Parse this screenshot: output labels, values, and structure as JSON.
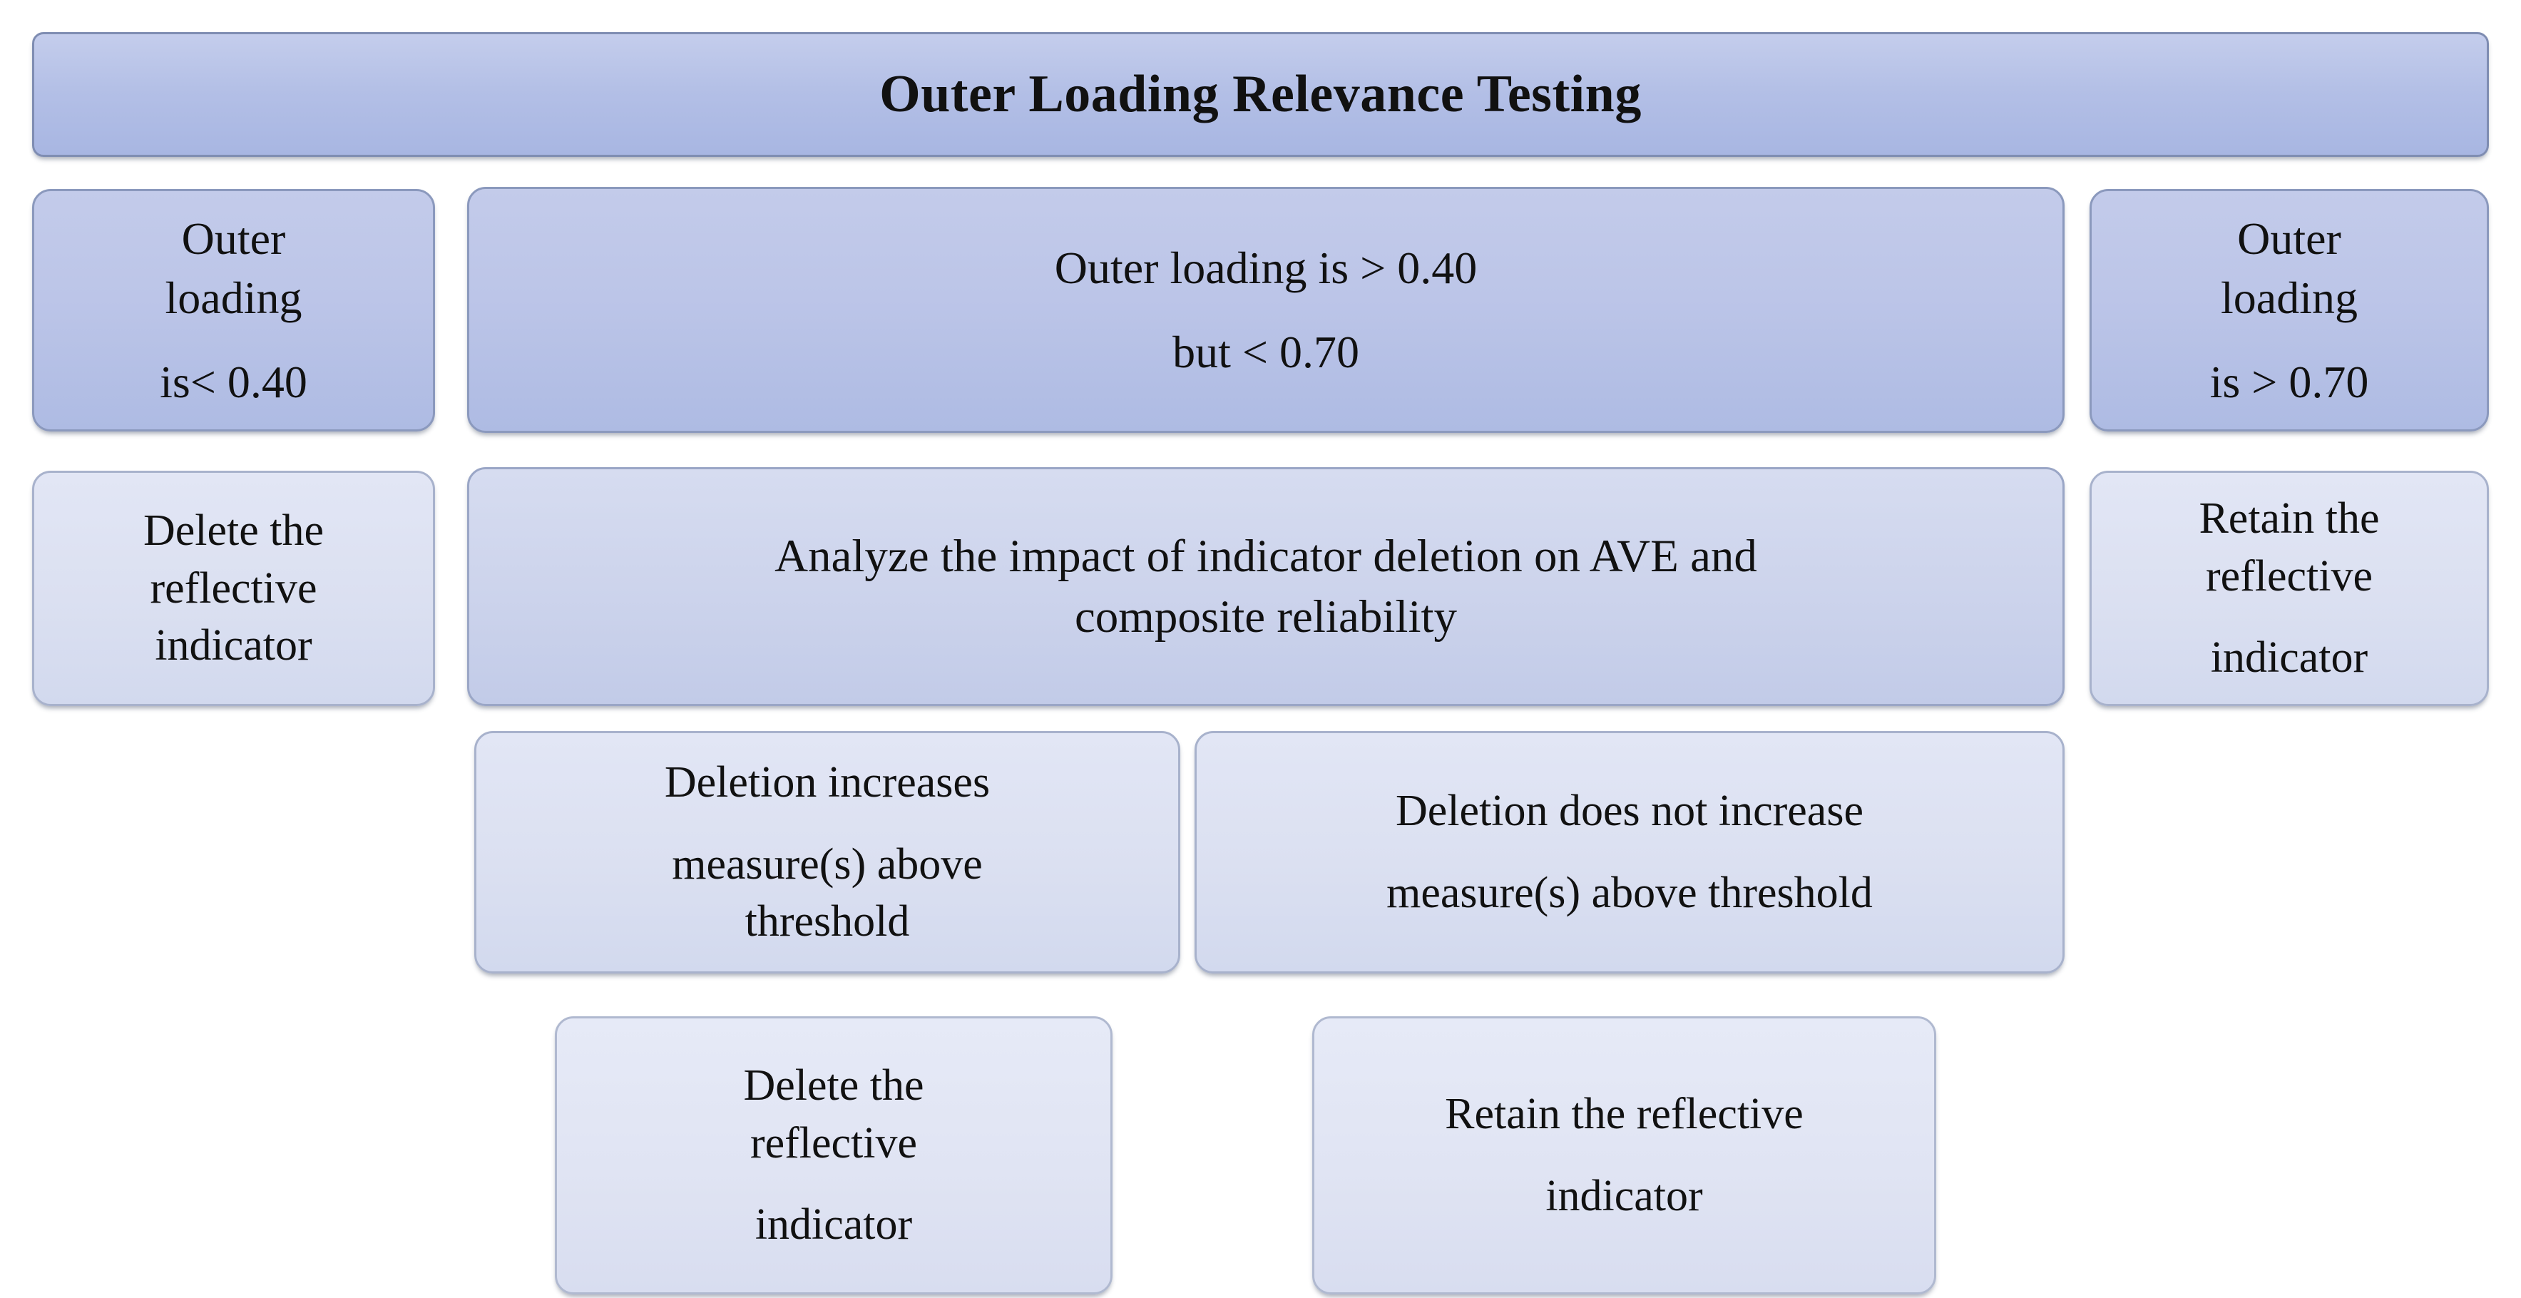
{
  "diagram": {
    "title": "Outer Loading Relevance Testing",
    "colors": {
      "band_fill": "#b3bfe6",
      "tone1_fill": "#bcc5e8",
      "tone2_fill": "#cdd4ec",
      "tone3_fill": "#dbe0f1",
      "tone4_fill": "#e0e4f3",
      "border": "#8e9bbd",
      "text": "#111111"
    },
    "nodes": {
      "condition_low": {
        "lines": [
          "Outer",
          "loading",
          "is< 0.40"
        ],
        "gap_before_line": 2
      },
      "condition_mid": {
        "lines": [
          "Outer loading is > 0.40",
          "but < 0.70"
        ],
        "gap_before_line": 1
      },
      "condition_high": {
        "lines": [
          "Outer",
          "loading",
          "is > 0.70"
        ],
        "gap_before_line": 2
      },
      "action_delete_low": {
        "lines": [
          "Delete the",
          "reflective",
          "indicator"
        ],
        "gap_before_line": -1
      },
      "action_analyze": {
        "lines": [
          "Analyze the impact of indicator deletion on AVE and",
          "composite reliability"
        ],
        "gap_before_line": -1
      },
      "action_retain_high": {
        "lines": [
          "Retain the",
          "reflective",
          "indicator"
        ],
        "gap_before_line": 2
      },
      "result_increase": {
        "lines": [
          "Deletion increases",
          "measure(s) above",
          "threshold"
        ],
        "gap_before_line": 1
      },
      "result_no_increase": {
        "lines": [
          "Deletion does not increase",
          "measure(s) above threshold"
        ],
        "gap_before_line": 1
      },
      "final_delete": {
        "lines": [
          "Delete the",
          "reflective",
          "indicator"
        ],
        "gap_before_line": 2
      },
      "final_retain": {
        "lines": [
          "Retain the reflective",
          "indicator"
        ],
        "gap_before_line": 1
      }
    }
  }
}
